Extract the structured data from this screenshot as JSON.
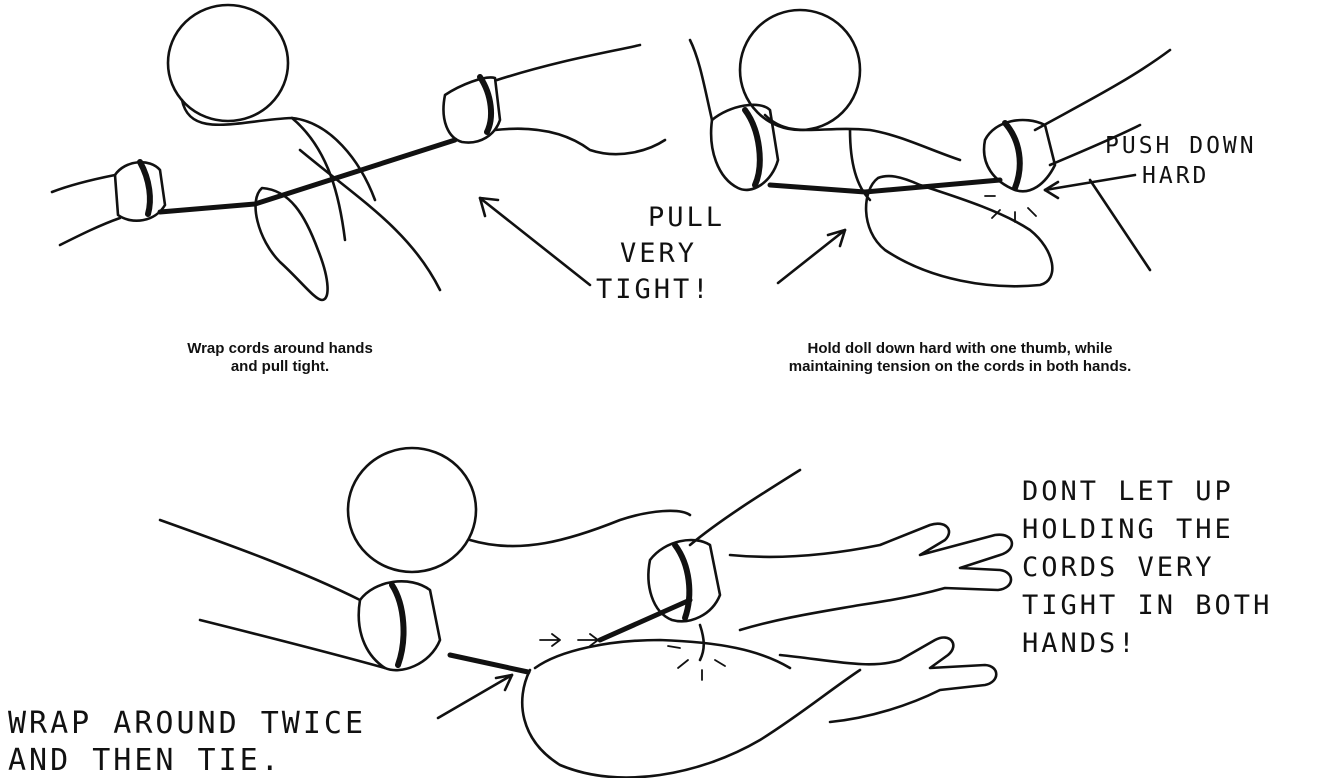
{
  "panels": [
    {
      "caption_line1": "Wrap cords around hands",
      "caption_line2": "and pull tight."
    },
    {
      "caption_line1": "Hold doll down hard with one thumb, while",
      "caption_line2": "maintaining tension on the cords in both hands.",
      "note_pull_1": "PULL",
      "note_pull_2": "VERY",
      "note_pull_3": "TIGHT!",
      "note_push_1": "PUSH DOWN",
      "note_push_2": "HARD"
    },
    {
      "note_wrap_1": "WRAP AROUND TWICE",
      "note_wrap_2": "AND THEN TIE.",
      "note_dont_1": "DONT LET UP",
      "note_dont_2": "HOLDING THE",
      "note_dont_3": "CORDS VERY",
      "note_dont_4": "TIGHT IN BOTH",
      "note_dont_5": "HANDS!"
    }
  ]
}
